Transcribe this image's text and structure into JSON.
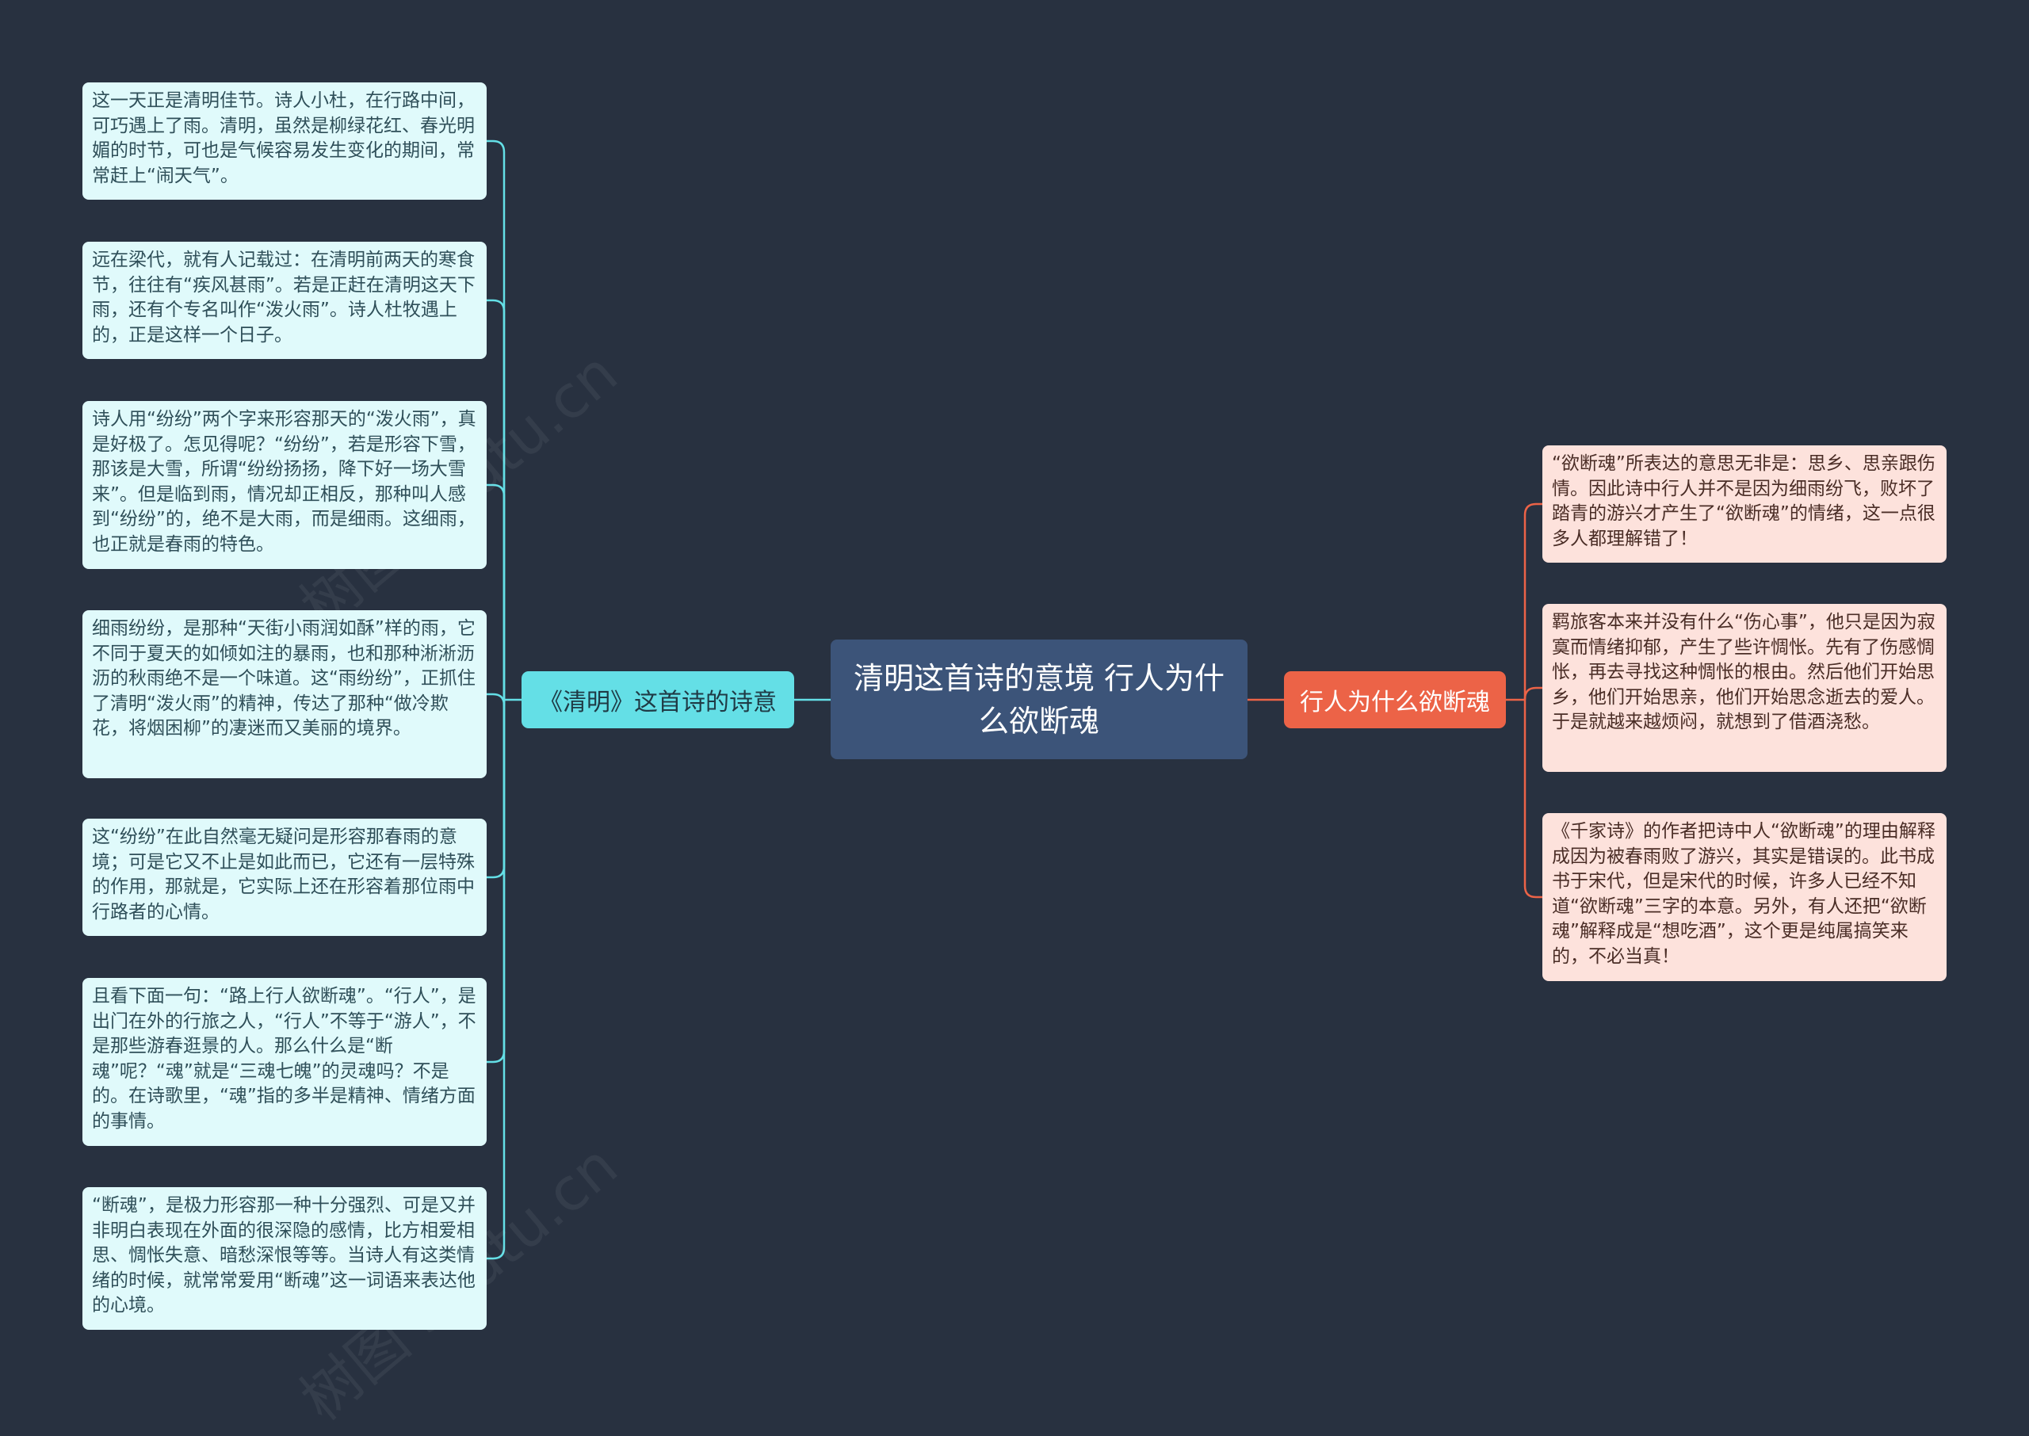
{
  "root": {
    "title": "清明这首诗的意境 行人为什么欲断魂"
  },
  "left_branch": {
    "label": "《清明》这首诗的诗意",
    "color": "#64dfe6",
    "items": [
      "这一天正是清明佳节。诗人小杜，在行路中间，可巧遇上了雨。清明，虽然是柳绿花红、春光明媚的时节，可也是气候容易发生变化的期间，常常赶上“闹天气”。",
      "远在梁代，就有人记载过：在清明前两天的寒食节，往往有“疾风甚雨”。若是正赶在清明这天下雨，还有个专名叫作“泼火雨”。诗人杜牧遇上的，正是这样一个日子。",
      "诗人用“纷纷”两个字来形容那天的“泼火雨”，真是好极了。怎见得呢？“纷纷”，若是形容下雪，那该是大雪，所谓“纷纷扬扬，降下好一场大雪来”。但是临到雨，情况却正相反，那种叫人感到“纷纷”的，绝不是大雨，而是细雨。这细雨，也正就是春雨的特色。",
      "细雨纷纷，是那种“天街小雨润如酥”样的雨，它不同于夏天的如倾如注的暴雨，也和那种淅淅沥沥的秋雨绝不是一个味道。这“雨纷纷”，正抓住了清明“泼火雨”的精神，传达了那种“做冷欺花，将烟困柳”的凄迷而又美丽的境界。",
      "这“纷纷”在此自然毫无疑问是形容那春雨的意境；可是它又不止是如此而已，它还有一层特殊的作用，那就是，它实际上还在形容着那位雨中行路者的心情。",
      "且看下面一句：“路上行人欲断魂”。“行人”，是出门在外的行旅之人，“行人”不等于“游人”，不是那些游春逛景的人。那么什么是“断魂”呢？“魂”就是“三魂七魄”的灵魂吗？不是的。在诗歌里，“魂”指的多半是精神、情绪方面的事情。",
      "“断魂”，是极力形容那一种十分强烈、可是又并非明白表现在外面的很深隐的感情，比方相爱相思、惆怅失意、暗愁深恨等等。当诗人有这类情绪的时候，就常常爱用“断魂”这一词语来表达他的心境。"
    ]
  },
  "right_branch": {
    "label": "行人为什么欲断魂",
    "color": "#ec6347",
    "items": [
      "“欲断魂”所表达的意思无非是：思乡、思亲跟伤情。因此诗中行人并不是因为细雨纷飞，败坏了踏青的游兴才产生了“欲断魂”的情绪，这一点很多人都理解错了！",
      "羁旅客本来并没有什么“伤心事”，他只是因为寂寞而情绪抑郁，产生了些许惆怅。先有了伤感惆怅，再去寻找这种惆怅的根由。然后他们开始思乡，他们开始思亲，他们开始思念逝去的爱人。于是就越来越烦闷，就想到了借酒浇愁。",
      "《千家诗》的作者把诗中人“欲断魂”的理由解释成因为被春雨败了游兴，其实是错误的。此书成书于宋代，但是宋代的时候，许多人已经不知道“欲断魂”三字的本意。另外，有人还把“欲断魂”解释成是“想吃酒”，这个更是纯属搞笑来的，不必当真！"
    ]
  },
  "watermark": "树图 shutu.cn"
}
